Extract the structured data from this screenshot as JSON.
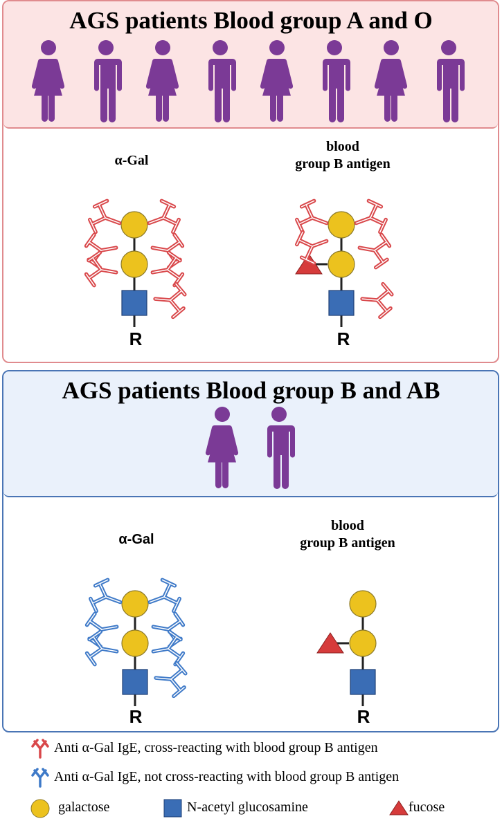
{
  "panel_a": {
    "title": "AGS patients Blood group A and O",
    "people": [
      "female",
      "male",
      "female",
      "male",
      "female",
      "male",
      "female",
      "male"
    ],
    "left_label": "α-Gal",
    "right_label": "blood\ngroup B antigen",
    "r_left": "R",
    "r_right": "R",
    "antibody_color": "#d9484b"
  },
  "panel_b": {
    "title": "AGS patients Blood group B and AB",
    "people": [
      "female",
      "male"
    ],
    "left_label": "α-Gal",
    "right_label": "blood\ngroup B antigen",
    "r_left": "R",
    "r_right": "R",
    "antibody_color": "#3f7ac8"
  },
  "colors": {
    "person": "#7b3a96",
    "galactose": "#ecc21e",
    "glcnac": "#3a6db5",
    "fucose": "#d63b3b",
    "red_border": "#e08b8e",
    "blue_border": "#4a75b5"
  },
  "legend": {
    "red_ab_text": "Anti α-Gal IgE, cross-reacting with blood group B antigen",
    "blue_ab_text": "Anti α-Gal IgE, not cross-reacting with blood group B antigen",
    "galactose": "galactose",
    "glcnac": "N-acetyl glucosamine",
    "fucose": "fucose"
  }
}
